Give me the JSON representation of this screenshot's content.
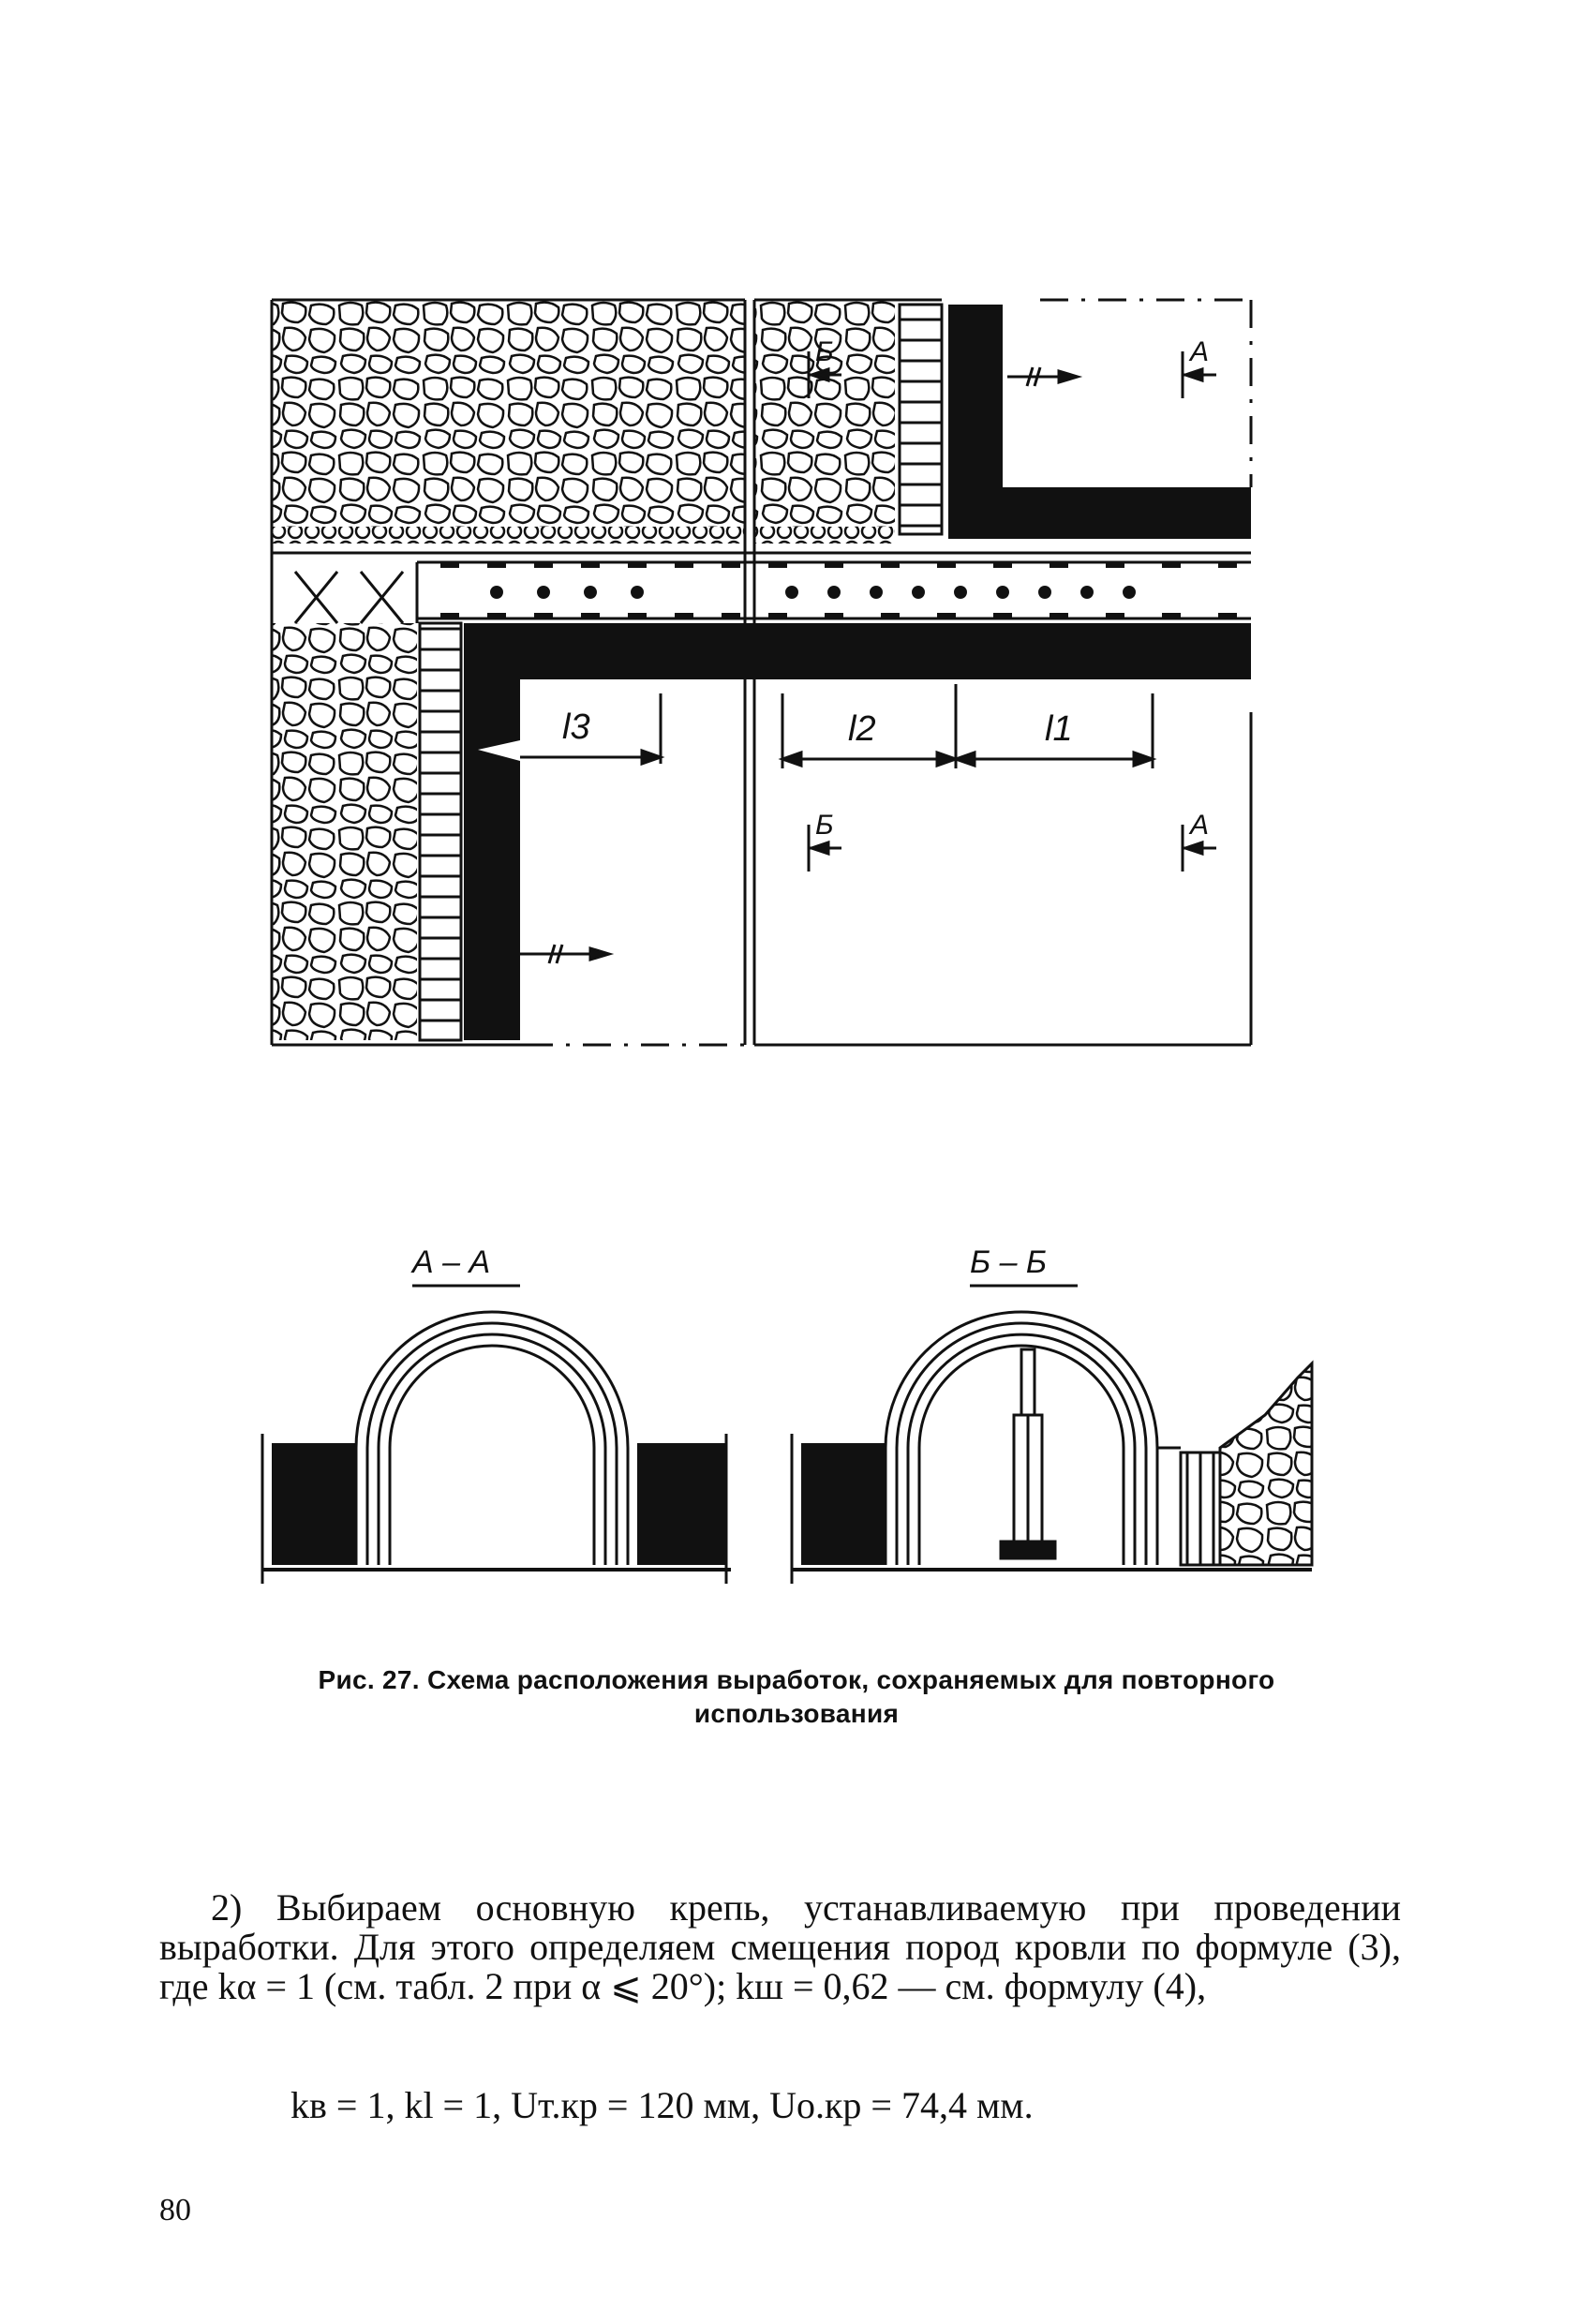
{
  "figure": {
    "plan_labels": {
      "l1": "l1",
      "l2": "l2",
      "l3": "l3",
      "section_A": "А",
      "section_B": "Б"
    },
    "section_titles": {
      "aa": "А – А",
      "bb": "Б – Б"
    }
  },
  "caption": "Рис. 27. Схема расположения выработок, сохраняемых для повторного использования",
  "paragraph": "2) Выбираем основную крепь, устанавливаемую при проведении выработки. Для этого определяем смещения пород кровли по формуле (3), где kα = 1 (см. табл. 2 при α ⩽ 20°); kш = 0,62 — см. формулу (4),",
  "formula": "kв = 1,  kl = 1,  Uт.кр = 120 мм,  Uо.кр = 74,4 мм.",
  "page_number": "80"
}
